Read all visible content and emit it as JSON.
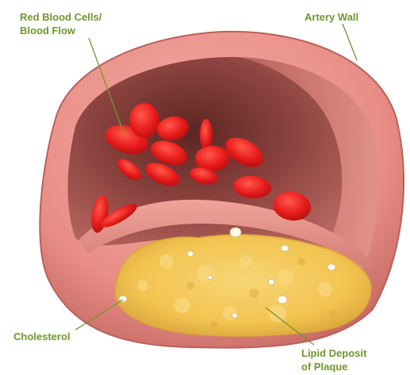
{
  "labels": {
    "red_blood_cells": [
      "Red Blood Cells/",
      "Blood Flow"
    ],
    "artery_wall": "Artery Wall",
    "cholesterol": "Cholesterol",
    "lipid_deposit": [
      "Lipid Deposit",
      "of Plaque"
    ]
  },
  "colors": {
    "label_text": "#6f9631",
    "leader_line": "#6f9631",
    "artery_outer": "#e88f87",
    "artery_inner": "#c96c66",
    "lumen_dark": "#7a3a36",
    "red_blood_cell": "#e81c1c",
    "plaque": "#f2c350",
    "cholesterol_crystal": "#fffbe8"
  }
}
